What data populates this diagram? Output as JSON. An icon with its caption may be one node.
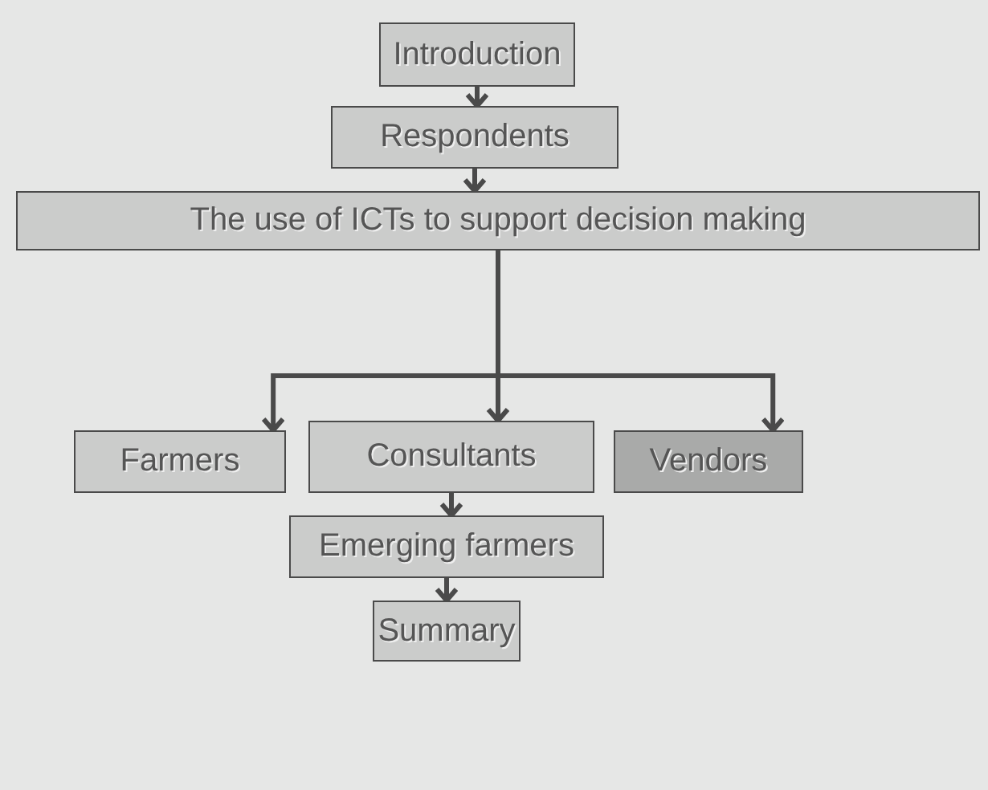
{
  "diagram": {
    "nodes": [
      {
        "text": [
          "Introduction"
        ]
      },
      {
        "text": [
          "Respondents"
        ]
      },
      {
        "text": [
          "The use of ICTs to support decision making"
        ]
      },
      {
        "text": [
          "Farmers"
        ]
      },
      {
        "text": [
          "Consultants"
        ]
      },
      {
        "text": [
          "Vendors"
        ]
      },
      {
        "text": [
          "Emerging farmers"
        ]
      },
      {
        "text": [
          "Summary"
        ]
      }
    ],
    "edges": [
      {
        "from": 0,
        "to": 1,
        "arrow": "to"
      },
      {
        "from": 1,
        "to": 2,
        "arrow": "to"
      },
      {
        "from": 2,
        "to": 3,
        "arrow": "to"
      },
      {
        "from": 2,
        "to": 4,
        "arrow": "to"
      },
      {
        "from": 2,
        "to": 5,
        "arrow": "to"
      },
      {
        "from": 4,
        "to": 6,
        "arrow": "to"
      },
      {
        "from": 6,
        "to": 7,
        "arrow": "to"
      }
    ]
  }
}
